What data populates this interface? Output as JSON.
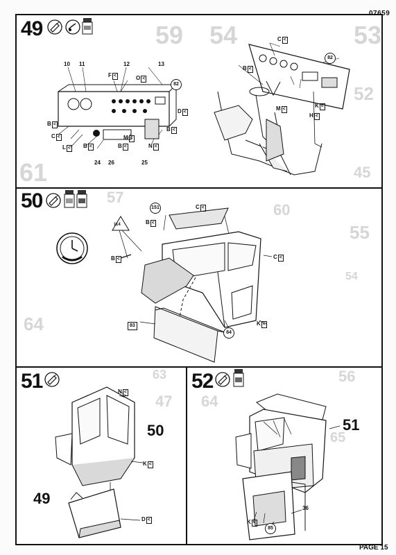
{
  "document": {
    "reference": "07659",
    "page_label": "PAGE 15"
  },
  "steps": [
    {
      "number": "49",
      "part_numbers": [
        "10",
        "11",
        "12",
        "13",
        "82",
        "24",
        "26",
        "25"
      ],
      "letters": [
        "F",
        "O",
        "D",
        "B",
        "C",
        "L",
        "B",
        "B",
        "M",
        "N",
        "B",
        "C",
        "B",
        "M",
        "H",
        "K"
      ],
      "callouts": [
        "82",
        "82"
      ]
    },
    {
      "number": "50",
      "part_numbers": [
        "114",
        "151",
        "83",
        "84"
      ],
      "letters": [
        "C",
        "B",
        "B",
        "C",
        "K"
      ]
    },
    {
      "number": "51",
      "refs": [
        "50",
        "49"
      ],
      "letters": [
        "N",
        "K",
        "D"
      ]
    },
    {
      "number": "52",
      "refs": [
        "51"
      ],
      "part_numbers": [
        "36",
        "85"
      ],
      "letters": [
        "K"
      ]
    }
  ],
  "icons": {
    "step49": [
      "glue-tube-icon",
      "paint-brush-icon",
      "paint-pot-icon"
    ],
    "step50": [
      "glue-tube-icon",
      "paint-pot-icon",
      "paint-pot-icon"
    ],
    "step51": [
      "glue-tube-icon"
    ],
    "step52": [
      "glue-tube-icon",
      "paint-pot-icon"
    ]
  }
}
